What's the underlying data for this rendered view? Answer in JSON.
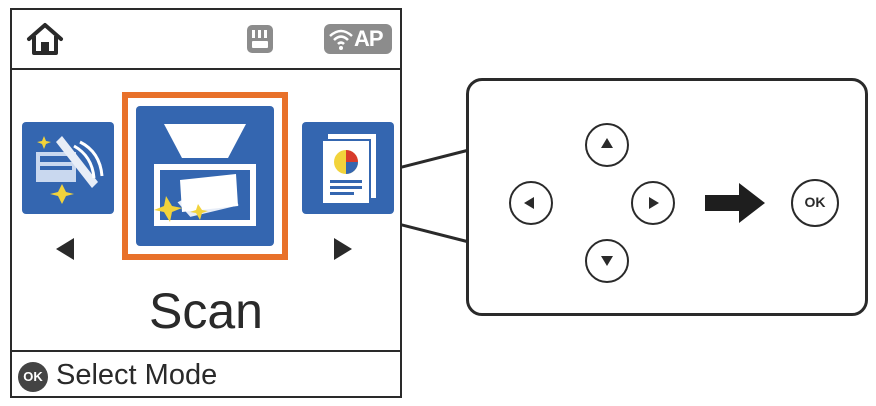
{
  "lcd": {
    "status_bar": {
      "home_icon": "home-icon",
      "memory_icon": "memory-card-icon",
      "wifi_badge_label": "AP"
    },
    "modes": [
      {
        "icon": "copy-icon",
        "position": "left"
      },
      {
        "icon": "scan-icon",
        "position": "center",
        "selected": true
      },
      {
        "icon": "print-photos-icon",
        "position": "right"
      }
    ],
    "selected_mode_label": "Scan",
    "hint": {
      "button_label": "OK",
      "text": "Select Mode"
    }
  },
  "callout": {
    "buttons": [
      {
        "name": "up",
        "icon": "triangle-up"
      },
      {
        "name": "left",
        "icon": "triangle-left"
      },
      {
        "name": "right",
        "icon": "triangle-right"
      },
      {
        "name": "down",
        "icon": "triangle-down"
      }
    ],
    "then_icon": "arrow-right",
    "ok_label": "OK"
  },
  "colors": {
    "tile_blue": "#3466b0",
    "selection_orange": "#e8712a",
    "ink": "#2a2a2a",
    "badge_gray": "#8c8c8c"
  }
}
